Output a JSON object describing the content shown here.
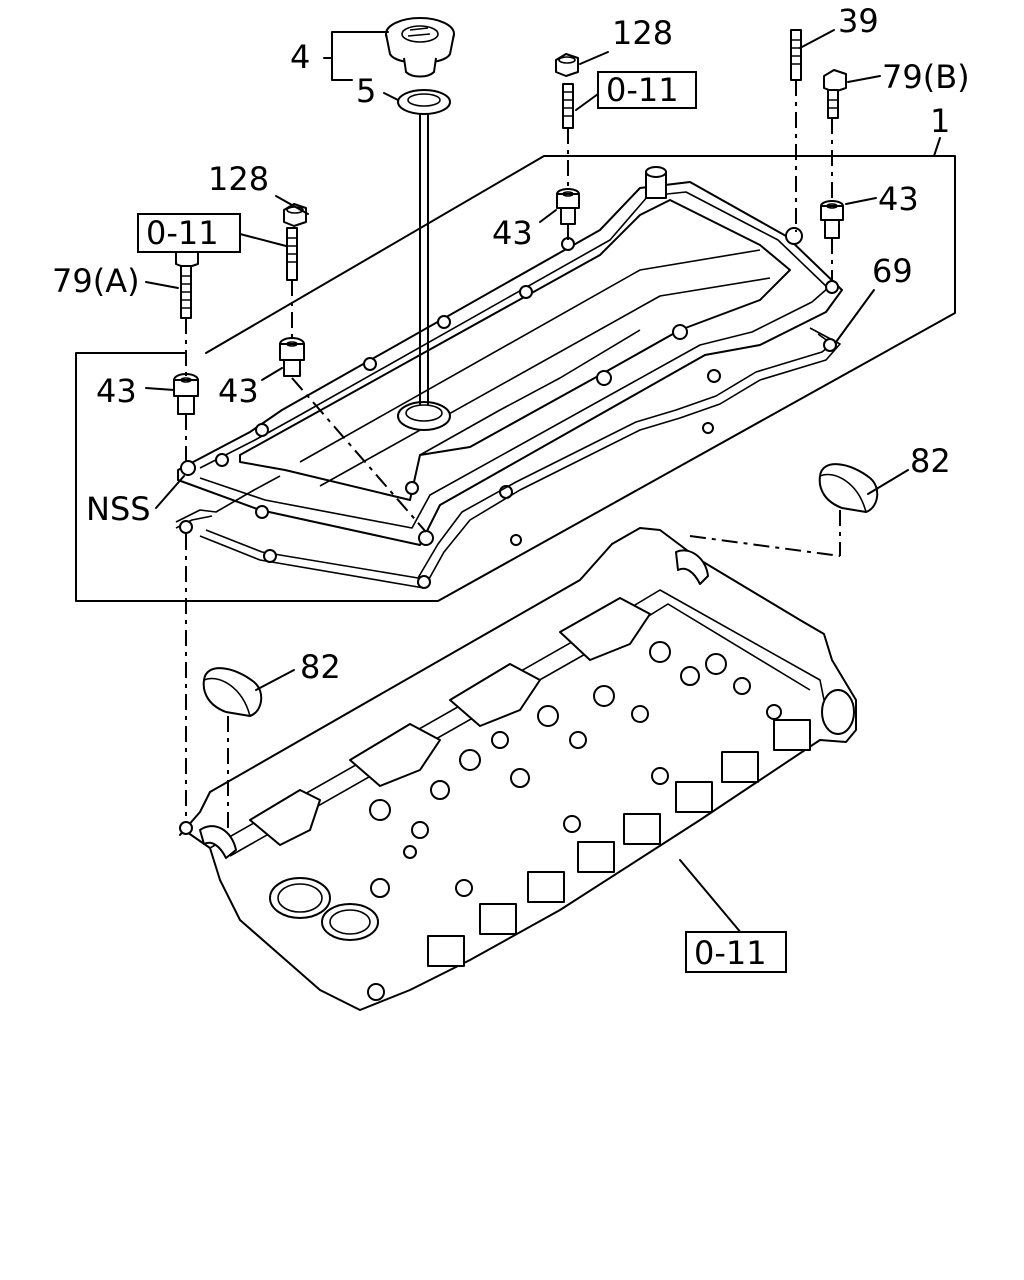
{
  "callouts": {
    "c4": "4",
    "c5": "5",
    "c128_top": "128",
    "c0_11_top": "0-11",
    "c39": "39",
    "c79b": "79(B)",
    "c1": "1",
    "c128_left": "128",
    "c0_11_left": "0-11",
    "c43_mid": "43",
    "c43_right": "43",
    "c69": "69",
    "c79a": "79(A)",
    "c43_left": "43",
    "c43_center": "43",
    "c82_right": "82",
    "c_nss": "NSS",
    "c82_left": "82",
    "c0_11_bottom": "0-11"
  }
}
